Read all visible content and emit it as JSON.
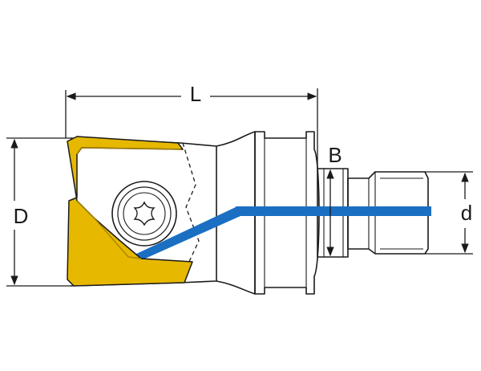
{
  "dimensions": {
    "length": "L",
    "diameter": "D",
    "bore": "B",
    "shank": "d"
  },
  "colors": {
    "insert": "#e6b800",
    "insert_edge": "#a88400",
    "coolant": "#1a6fc2",
    "line": "#1a1a1a",
    "background": "#ffffff"
  },
  "icons": {
    "screw": "torx-screw-icon"
  }
}
